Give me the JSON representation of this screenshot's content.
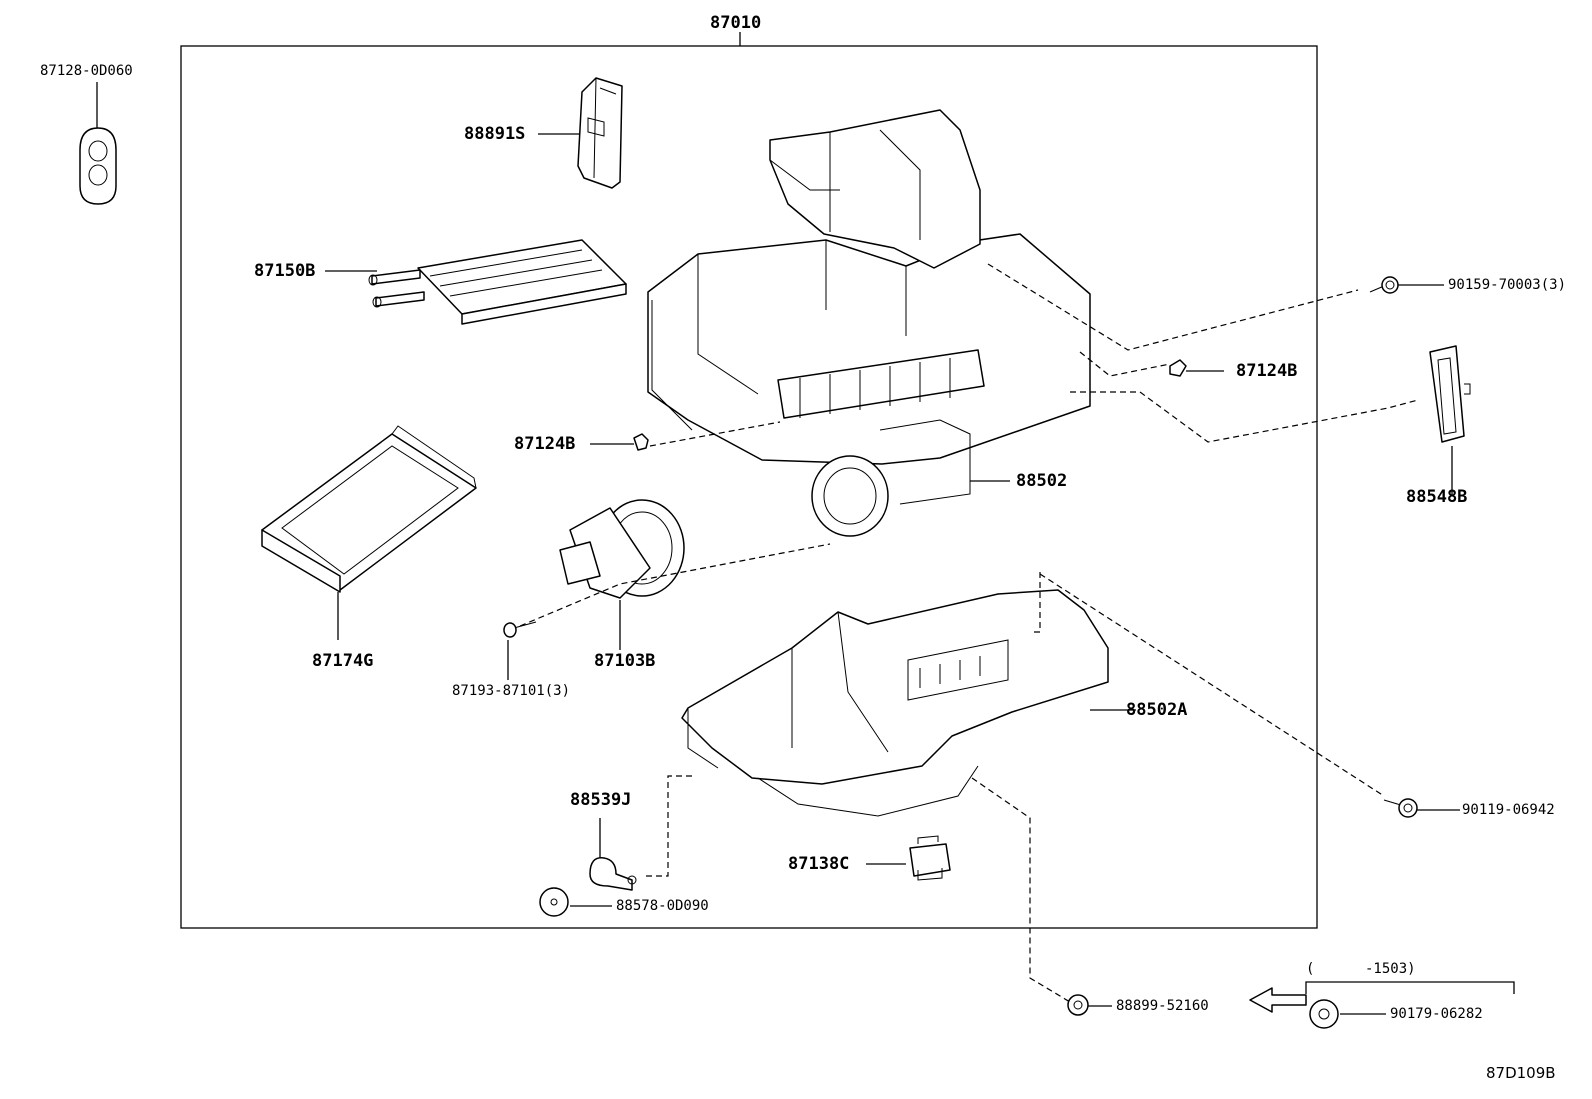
{
  "diagram_code": "87D109B",
  "assembly_label": "87010",
  "labels": {
    "grommet": "87128-0D060",
    "damper_servo": "88891S",
    "heater_core": "87150B",
    "clip_left": "87124B",
    "clip_right": "87124B",
    "filter_cover": "87174G",
    "blower_motor": "87103B",
    "screw": "87193-87101(3)",
    "upper_case": "88502",
    "lower_case": "88502A",
    "bolt_top": "90159-70003(3)",
    "bolt_right": "90119-06942",
    "cover_right": "88548B",
    "sensor": "88539J",
    "washer": "88578-0D090",
    "resistor": "87138C",
    "nut": "88899-52160",
    "alt_nut": "90179-06282",
    "date_range": "(      -1503)"
  },
  "icons": [
    "grommet-icon",
    "servo-icon",
    "heater-core-icon",
    "filter-cover-icon",
    "blower-motor-icon",
    "screw-icon",
    "upper-case-icon",
    "lower-case-icon",
    "bolt-icon",
    "cover-icon",
    "sensor-icon",
    "washer-icon",
    "resistor-icon",
    "nut-icon",
    "arrow-left-icon"
  ]
}
